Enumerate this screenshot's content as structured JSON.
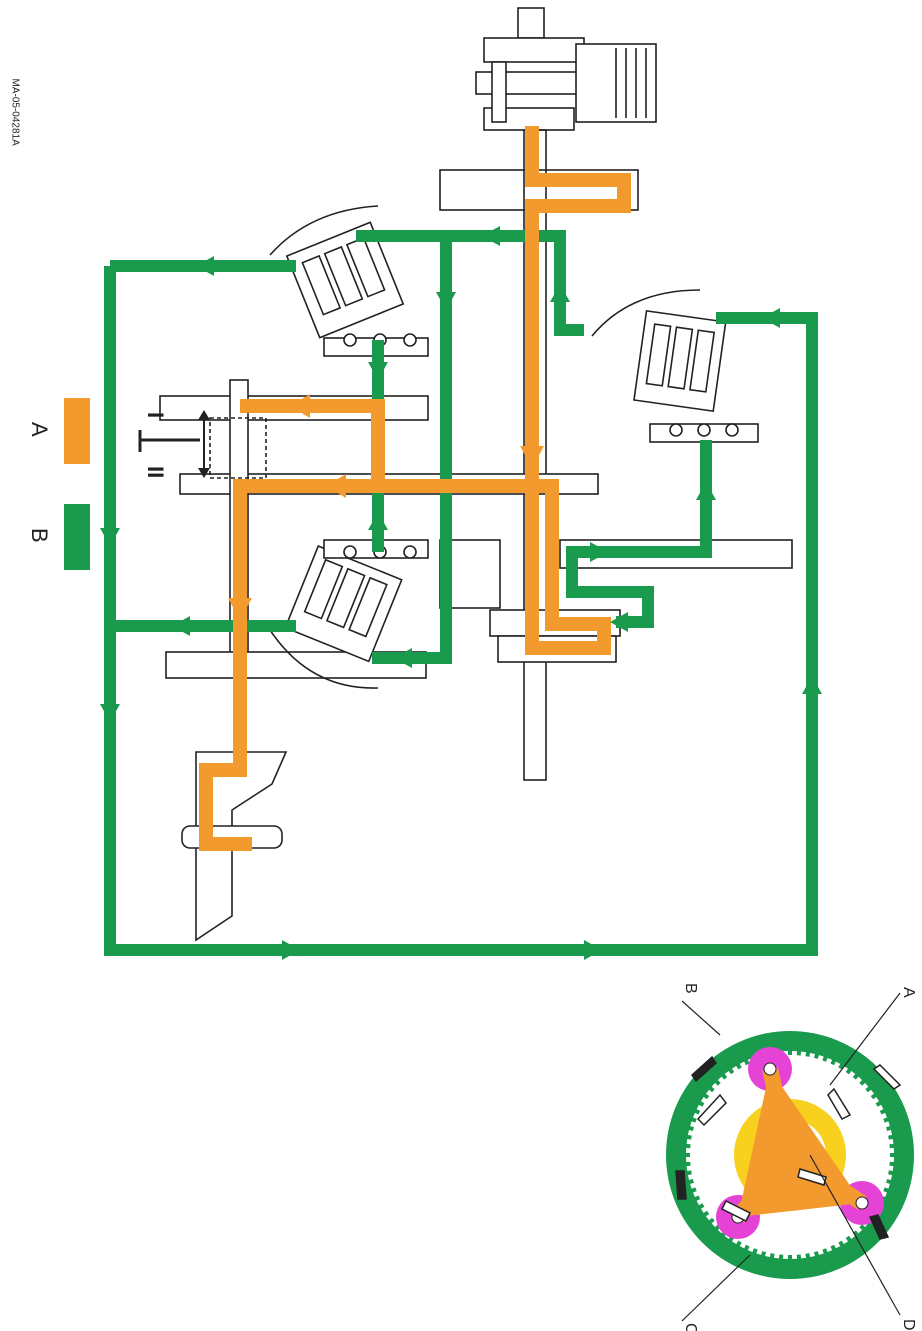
{
  "document_id": "MA-05-04281A",
  "legend": [
    {
      "key": "A",
      "color": "#f39a2e"
    },
    {
      "key": "B",
      "color": "#1a9a4c"
    }
  ],
  "range_labels": {
    "one": "I",
    "two": "II"
  },
  "gear_labels": {
    "a": "A",
    "b": "B",
    "c": "C",
    "d": "D"
  },
  "colors": {
    "flow_a": "#f39a2e",
    "flow_b": "#1a9a4c",
    "ring_gear": "#1a9a4c",
    "carrier": "#f39a2e",
    "sun_gear": "#f7d11e",
    "planet_gears": "#e542d6",
    "machine_outline": "#222222"
  }
}
